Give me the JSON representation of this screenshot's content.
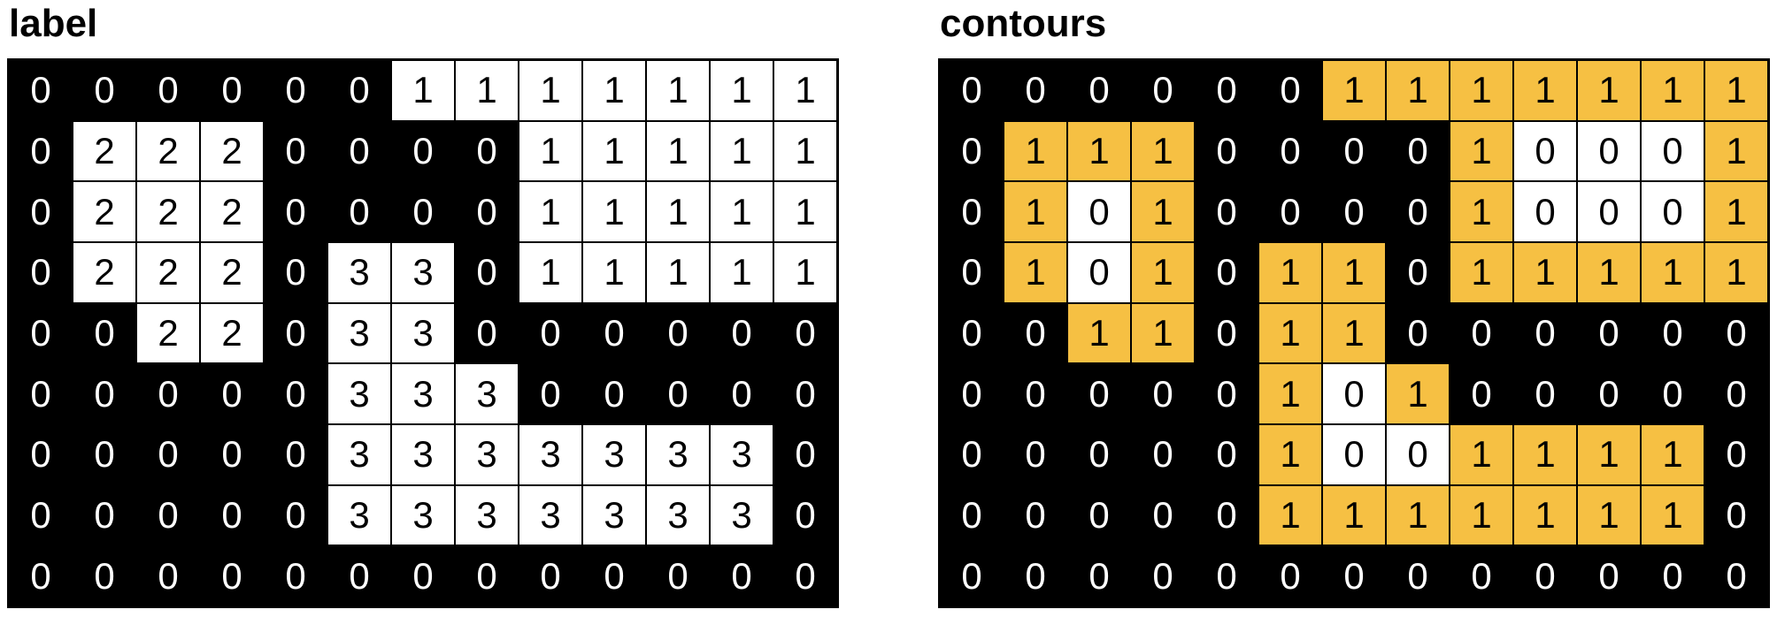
{
  "panels": [
    {
      "title": "label",
      "rows": [
        [
          0,
          0,
          0,
          0,
          0,
          0,
          1,
          1,
          1,
          1,
          1,
          1,
          1
        ],
        [
          0,
          2,
          2,
          2,
          0,
          0,
          0,
          0,
          1,
          1,
          1,
          1,
          1
        ],
        [
          0,
          2,
          2,
          2,
          0,
          0,
          0,
          0,
          1,
          1,
          1,
          1,
          1
        ],
        [
          0,
          2,
          2,
          2,
          0,
          3,
          3,
          0,
          1,
          1,
          1,
          1,
          1
        ],
        [
          0,
          0,
          2,
          2,
          0,
          3,
          3,
          0,
          0,
          0,
          0,
          0,
          0
        ],
        [
          0,
          0,
          0,
          0,
          0,
          3,
          3,
          3,
          0,
          0,
          0,
          0,
          0
        ],
        [
          0,
          0,
          0,
          0,
          0,
          3,
          3,
          3,
          3,
          3,
          3,
          3,
          0
        ],
        [
          0,
          0,
          0,
          0,
          0,
          3,
          3,
          3,
          3,
          3,
          3,
          3,
          0
        ],
        [
          0,
          0,
          0,
          0,
          0,
          0,
          0,
          0,
          0,
          0,
          0,
          0,
          0
        ]
      ]
    },
    {
      "title": "contours",
      "rows": [
        [
          0,
          0,
          0,
          0,
          0,
          0,
          1,
          1,
          1,
          1,
          1,
          1,
          1
        ],
        [
          0,
          1,
          1,
          1,
          0,
          0,
          0,
          0,
          1,
          0,
          0,
          0,
          1
        ],
        [
          0,
          1,
          0,
          1,
          0,
          0,
          0,
          0,
          1,
          0,
          0,
          0,
          1
        ],
        [
          0,
          1,
          0,
          1,
          0,
          1,
          1,
          0,
          1,
          1,
          1,
          1,
          1
        ],
        [
          0,
          0,
          1,
          1,
          0,
          1,
          1,
          0,
          0,
          0,
          0,
          0,
          0
        ],
        [
          0,
          0,
          0,
          0,
          0,
          1,
          0,
          1,
          0,
          0,
          0,
          0,
          0
        ],
        [
          0,
          0,
          0,
          0,
          0,
          1,
          0,
          0,
          1,
          1,
          1,
          1,
          0
        ],
        [
          0,
          0,
          0,
          0,
          0,
          1,
          1,
          1,
          1,
          1,
          1,
          1,
          0
        ],
        [
          0,
          0,
          0,
          0,
          0,
          0,
          0,
          0,
          0,
          0,
          0,
          0,
          0
        ]
      ],
      "inside_cells": [
        [
          1,
          9
        ],
        [
          1,
          10
        ],
        [
          1,
          11
        ],
        [
          2,
          2
        ],
        [
          2,
          9
        ],
        [
          2,
          10
        ],
        [
          2,
          11
        ],
        [
          3,
          2
        ],
        [
          5,
          6
        ],
        [
          6,
          6
        ],
        [
          6,
          7
        ]
      ]
    }
  ],
  "colors": {
    "background": "#000000",
    "foreground": "#ffffff",
    "contour": "#f6c043",
    "grid_line": "#000000"
  }
}
